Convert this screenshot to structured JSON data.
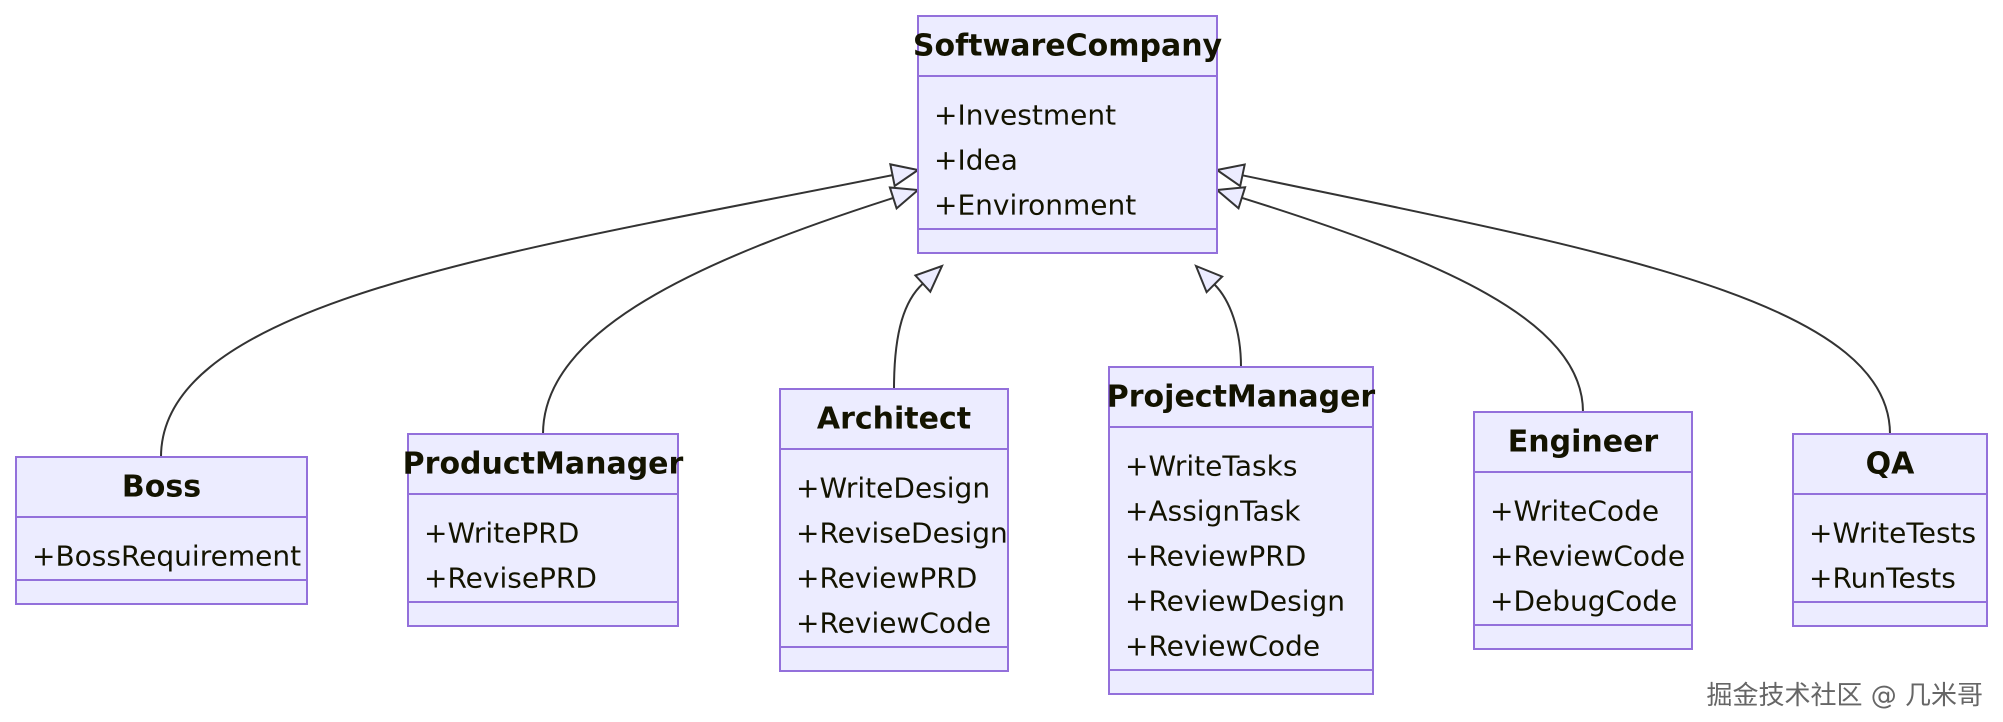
{
  "classes": [
    {
      "id": "softwarecompany",
      "name": "SoftwareCompany",
      "members": [
        "+Investment",
        "+Idea",
        "+Environment"
      ]
    },
    {
      "id": "boss",
      "name": "Boss",
      "members": [
        "+BossRequirement"
      ]
    },
    {
      "id": "productmanager",
      "name": "ProductManager",
      "members": [
        "+WritePRD",
        "+RevisePRD"
      ]
    },
    {
      "id": "architect",
      "name": "Architect",
      "members": [
        "+WriteDesign",
        "+ReviseDesign",
        "+ReviewPRD",
        "+ReviewCode"
      ]
    },
    {
      "id": "projectmanager",
      "name": "ProjectManager",
      "members": [
        "+WriteTasks",
        "+AssignTask",
        "+ReviewPRD",
        "+ReviewDesign",
        "+ReviewCode"
      ]
    },
    {
      "id": "engineer",
      "name": "Engineer",
      "members": [
        "+WriteCode",
        "+ReviewCode",
        "+DebugCode"
      ]
    },
    {
      "id": "qa",
      "name": "QA",
      "members": [
        "+WriteTests",
        "+RunTests"
      ]
    }
  ],
  "relations": [
    {
      "from": "boss",
      "to": "softwarecompany",
      "type": "inheritance"
    },
    {
      "from": "productmanager",
      "to": "softwarecompany",
      "type": "inheritance"
    },
    {
      "from": "architect",
      "to": "softwarecompany",
      "type": "inheritance"
    },
    {
      "from": "projectmanager",
      "to": "softwarecompany",
      "type": "inheritance"
    },
    {
      "from": "engineer",
      "to": "softwarecompany",
      "type": "inheritance"
    },
    {
      "from": "qa",
      "to": "softwarecompany",
      "type": "inheritance"
    }
  ],
  "watermark": "掘金技术社区 @ 几米哥",
  "colors": {
    "box_fill": "#ECECFF",
    "box_stroke": "#9370DB",
    "edge": "#333333",
    "text": "#131300"
  }
}
